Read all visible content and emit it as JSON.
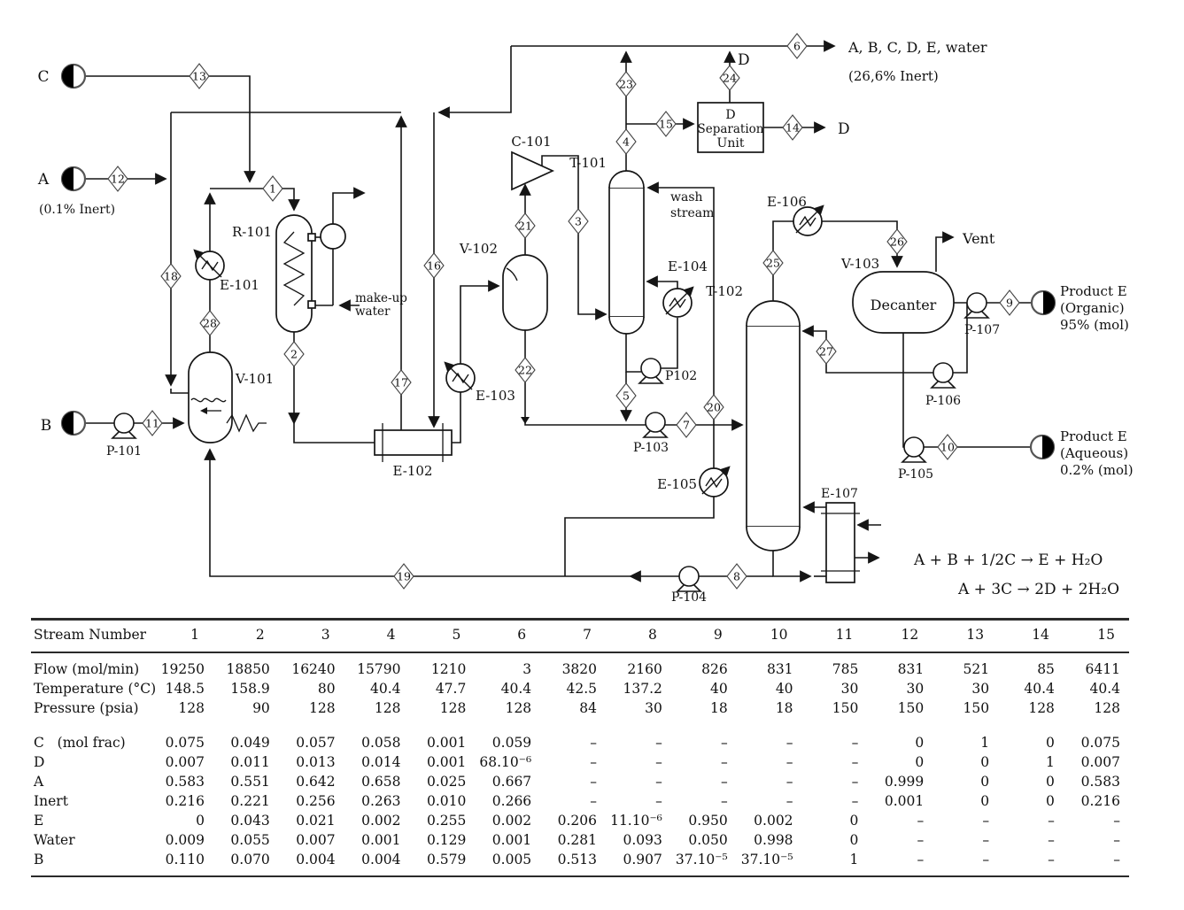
{
  "diagram": {
    "feeds": {
      "c": "C",
      "a": "A",
      "a_note": "(0.1% Inert)",
      "b": "B"
    },
    "equipment": {
      "r101": "R-101",
      "v101": "V-101",
      "v102": "V-102",
      "v103": "V-103",
      "t101": "T-101",
      "t102": "T-102",
      "c101": "C-101",
      "e101": "E-101",
      "e102": "E-102",
      "e103": "E-103",
      "e104": "E-104",
      "e105": "E-105",
      "e106": "E-106",
      "e107": "E-107",
      "p101": "P-101",
      "p102": "P102",
      "p103": "P-103",
      "p104": "P-104",
      "p105": "P-105",
      "p106": "P-106",
      "p107": "P-107",
      "decanter": "Decanter",
      "dsep1": "D",
      "dsep2": "Separation",
      "dsep3": "Unit"
    },
    "annotations": {
      "wash1": "wash",
      "wash2": "stream",
      "makeup1": "make-up",
      "makeup2": "water",
      "vent": "Vent",
      "d_top": "D",
      "d_right": "D",
      "overhead1": "A, B, C, D, E, water",
      "overhead2": "(26,6% Inert)",
      "org1": "Product E",
      "org2": "(Organic)",
      "org3": "95% (mol)",
      "aq1": "Product E",
      "aq2": "(Aqueous)",
      "aq3": "0.2% (mol)",
      "eq1": "A + B + 1/2C → E + H₂O",
      "eq2": "A + 3C → 2D + 2H₂O"
    },
    "streams": {
      "s1": "1",
      "s2": "2",
      "s3": "3",
      "s4": "4",
      "s5": "5",
      "s6": "6",
      "s7": "7",
      "s8": "8",
      "s9": "9",
      "s10": "10",
      "s11": "11",
      "s12": "12",
      "s13": "13",
      "s14": "14",
      "s15": "15",
      "s16": "16",
      "s17": "17",
      "s18": "18",
      "s19": "19",
      "s20": "20",
      "s21": "21",
      "s22": "22",
      "s23": "23",
      "s24": "24",
      "s25": "25",
      "s26": "26",
      "s27": "27",
      "s28": "28"
    }
  },
  "table": {
    "corner_label": "Stream Number",
    "columns": [
      "1",
      "2",
      "3",
      "4",
      "5",
      "6",
      "7",
      "8",
      "9",
      "10",
      "11",
      "12",
      "13",
      "14",
      "15"
    ],
    "rows": [
      {
        "label": "Flow (mol/min)",
        "values": [
          "19250",
          "18850",
          "16240",
          "15790",
          "1210",
          "3",
          "3820",
          "2160",
          "826",
          "831",
          "785",
          "831",
          "521",
          "85",
          "6411"
        ]
      },
      {
        "label": "Temperature (°C)",
        "values": [
          "148.5",
          "158.9",
          "80",
          "40.4",
          "47.7",
          "40.4",
          "42.5",
          "137.2",
          "40",
          "40",
          "30",
          "30",
          "30",
          "40.4",
          "40.4"
        ]
      },
      {
        "label": "Pressure (psia)",
        "values": [
          "128",
          "90",
          "128",
          "128",
          "128",
          "128",
          "84",
          "30",
          "18",
          "18",
          "150",
          "150",
          "150",
          "128",
          "128"
        ]
      },
      {
        "label": "C   (mol frac)",
        "gap": true,
        "values": [
          "0.075",
          "0.049",
          "0.057",
          "0.058",
          "0.001",
          "0.059",
          "–",
          "–",
          "–",
          "–",
          "–",
          "0",
          "1",
          "0",
          "0.075"
        ]
      },
      {
        "label": "D",
        "values": [
          "0.007",
          "0.011",
          "0.013",
          "0.014",
          "0.001",
          "68.10⁻⁶",
          "–",
          "–",
          "–",
          "–",
          "–",
          "0",
          "0",
          "1",
          "0.007"
        ]
      },
      {
        "label": "A",
        "values": [
          "0.583",
          "0.551",
          "0.642",
          "0.658",
          "0.025",
          "0.667",
          "–",
          "–",
          "–",
          "–",
          "–",
          "0.999",
          "0",
          "0",
          "0.583"
        ]
      },
      {
        "label": "Inert",
        "values": [
          "0.216",
          "0.221",
          "0.256",
          "0.263",
          "0.010",
          "0.266",
          "–",
          "–",
          "–",
          "–",
          "–",
          "0.001",
          "0",
          "0",
          "0.216"
        ]
      },
      {
        "label": "E",
        "values": [
          "0",
          "0.043",
          "0.021",
          "0.002",
          "0.255",
          "0.002",
          "0.206",
          "11.10⁻⁶",
          "0.950",
          "0.002",
          "0",
          "–",
          "–",
          "–",
          "–"
        ]
      },
      {
        "label": "Water",
        "values": [
          "0.009",
          "0.055",
          "0.007",
          "0.001",
          "0.129",
          "0.001",
          "0.281",
          "0.093",
          "0.050",
          "0.998",
          "0",
          "–",
          "–",
          "–",
          "–"
        ]
      },
      {
        "label": "B",
        "values": [
          "0.110",
          "0.070",
          "0.004",
          "0.004",
          "0.579",
          "0.005",
          "0.513",
          "0.907",
          "37.10⁻⁵",
          "37.10⁻⁵",
          "1",
          "–",
          "–",
          "–",
          "–"
        ]
      }
    ]
  }
}
